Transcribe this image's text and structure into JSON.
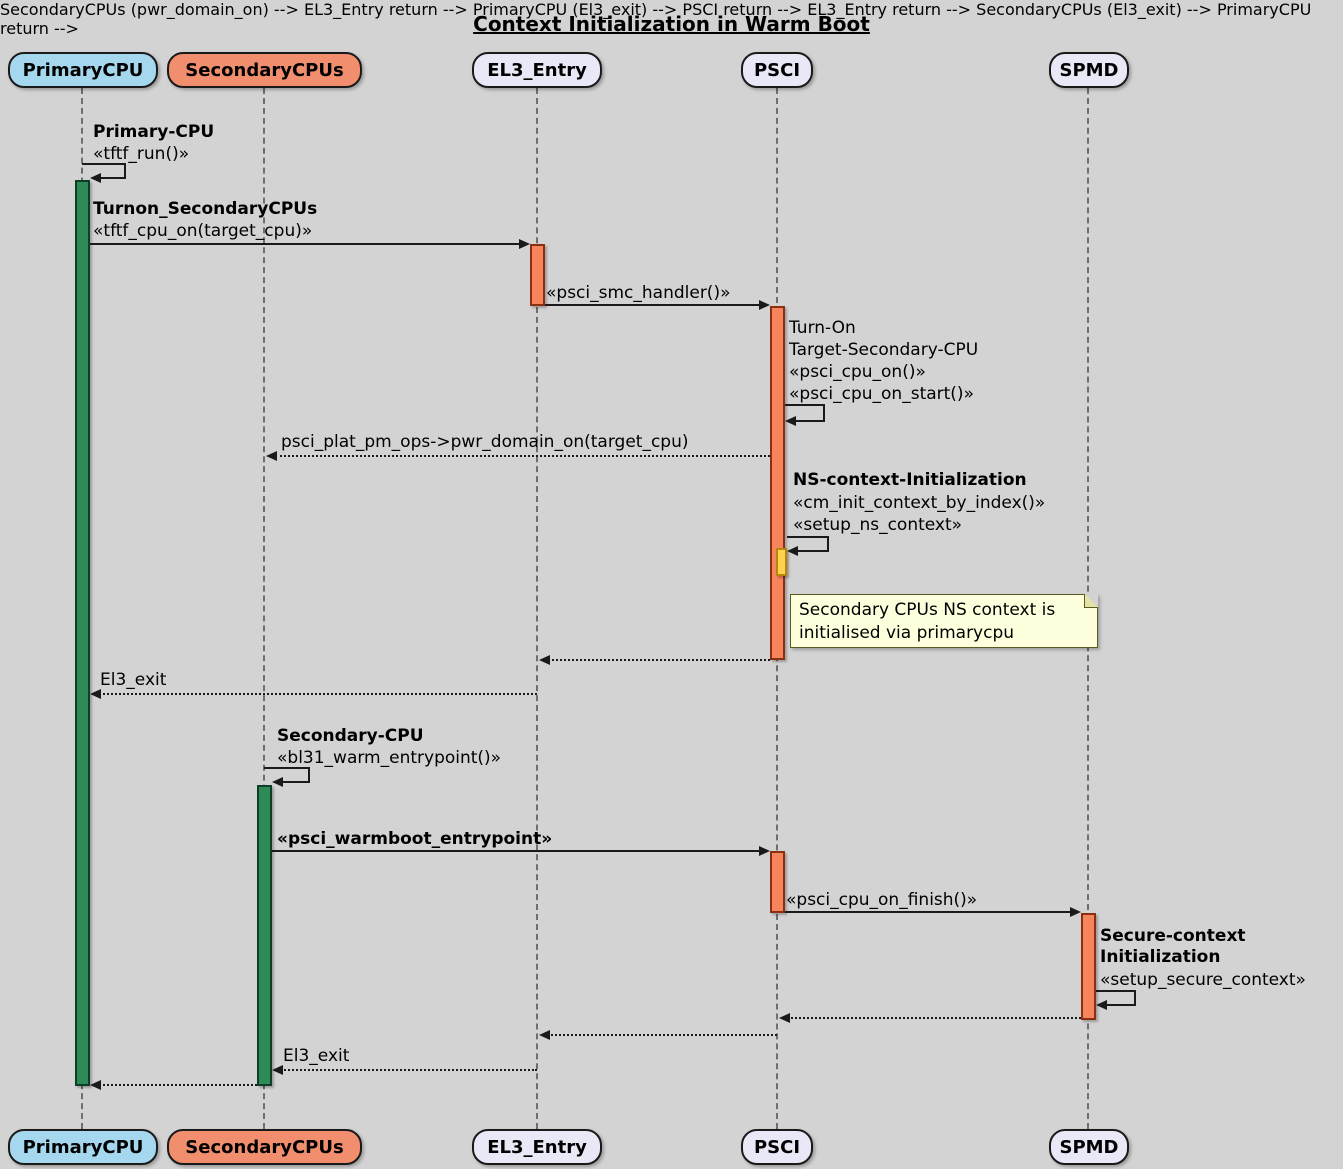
{
  "title": "Context Initialization in Warm Boot",
  "participants": {
    "primary": "PrimaryCPU",
    "secondary": "SecondaryCPUs",
    "el3": "EL3_Entry",
    "psci": "PSCI",
    "spmd": "SPMD"
  },
  "messages": {
    "primary_self_title": "Primary-CPU",
    "primary_self_label": "«tftf_run()»",
    "turnon_title": "Turnon_SecondaryCPUs",
    "turnon_label": "«tftf_cpu_on(target_cpu)»",
    "smc_handler_label": "«psci_smc_handler()»",
    "turn_on_line1": "Turn-On",
    "turn_on_line2": "Target-Secondary-CPU",
    "turn_on_line3": "«psci_cpu_on()»",
    "turn_on_line4": "«psci_cpu_on_start()»",
    "pwr_domain_on_label": "psci_plat_pm_ops->pwr_domain_on(target_cpu)",
    "ns_context_title": "NS-context-Initialization",
    "ns_context_line1": "«cm_init_context_by_index()»",
    "ns_context_line2": "«setup_ns_context»",
    "el3_exit_first": "El3_exit",
    "secondary_self_title": "Secondary-CPU",
    "secondary_self_label": "«bl31_warm_entrypoint()»",
    "warmboot_label": "«psci_warmboot_entrypoint»",
    "cpu_on_finish_label": "«psci_cpu_on_finish()»",
    "secure_context_title1": "Secure-context",
    "secure_context_title2": "Initialization",
    "secure_context_label": "«setup_secure_context»",
    "el3_exit_second": "El3_exit"
  },
  "note": {
    "line1": "Secondary CPUs NS context is",
    "line2": "initialised via primarycpu"
  },
  "colors": {
    "background": "#d3d3d3",
    "primary_participant_fill": "#a5d8ef",
    "secondary_participant_fill": "#f08e6e",
    "neutral_participant_fill": "#e8e8f6",
    "activation_green": "#2e8b57",
    "activation_orange": "#f6845c",
    "activation_yellow": "#ffd34d",
    "note_fill": "#feffdd",
    "line_color": "#1a1a1a"
  }
}
